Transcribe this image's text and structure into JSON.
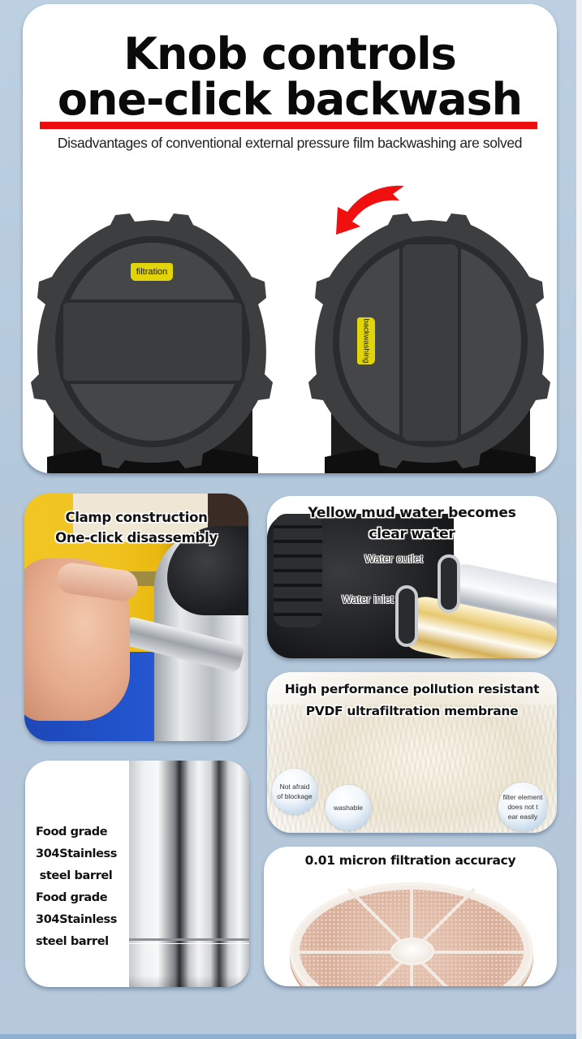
{
  "hero": {
    "title_line1": "Knob controls",
    "title_line2": "one-click backwash",
    "subtitle": "Disadvantages of conventional external pressure film backwashing are solved",
    "knob_left_label": "filtration",
    "knob_right_label": "backwashing",
    "accent_red": "#ee0d0d",
    "label_yellow": "#e2d40b",
    "rotate_arrow_icon": "counterclockwise-arrow"
  },
  "features": {
    "clamp": {
      "line1": "Clamp construction",
      "line2": "One-click disassembly"
    },
    "water": {
      "line1": "Yellow mud water becomes",
      "line2": "clear water",
      "outlet_label": "Water outlet",
      "inlet_label": "Water inlet"
    },
    "membrane": {
      "line1": "High performance pollution resistant",
      "line2": "PVDF ultrafiltration membrane",
      "bubbles": [
        {
          "line1": "Not afraid",
          "line2": "of blockage"
        },
        {
          "line1": "washable"
        },
        {
          "line1": "filter element",
          "line2": "does not t",
          "line3": "ear easily"
        }
      ]
    },
    "steel": {
      "lines": [
        "Food grade",
        "304Stainless",
        " steel barrel",
        "Food grade",
        "304Stainless",
        "steel barrel"
      ]
    },
    "micron": {
      "title": "0.01 micron filtration accuracy"
    }
  },
  "colors": {
    "background": "#b4c7da",
    "card": "#ffffff",
    "text": "#111111"
  }
}
